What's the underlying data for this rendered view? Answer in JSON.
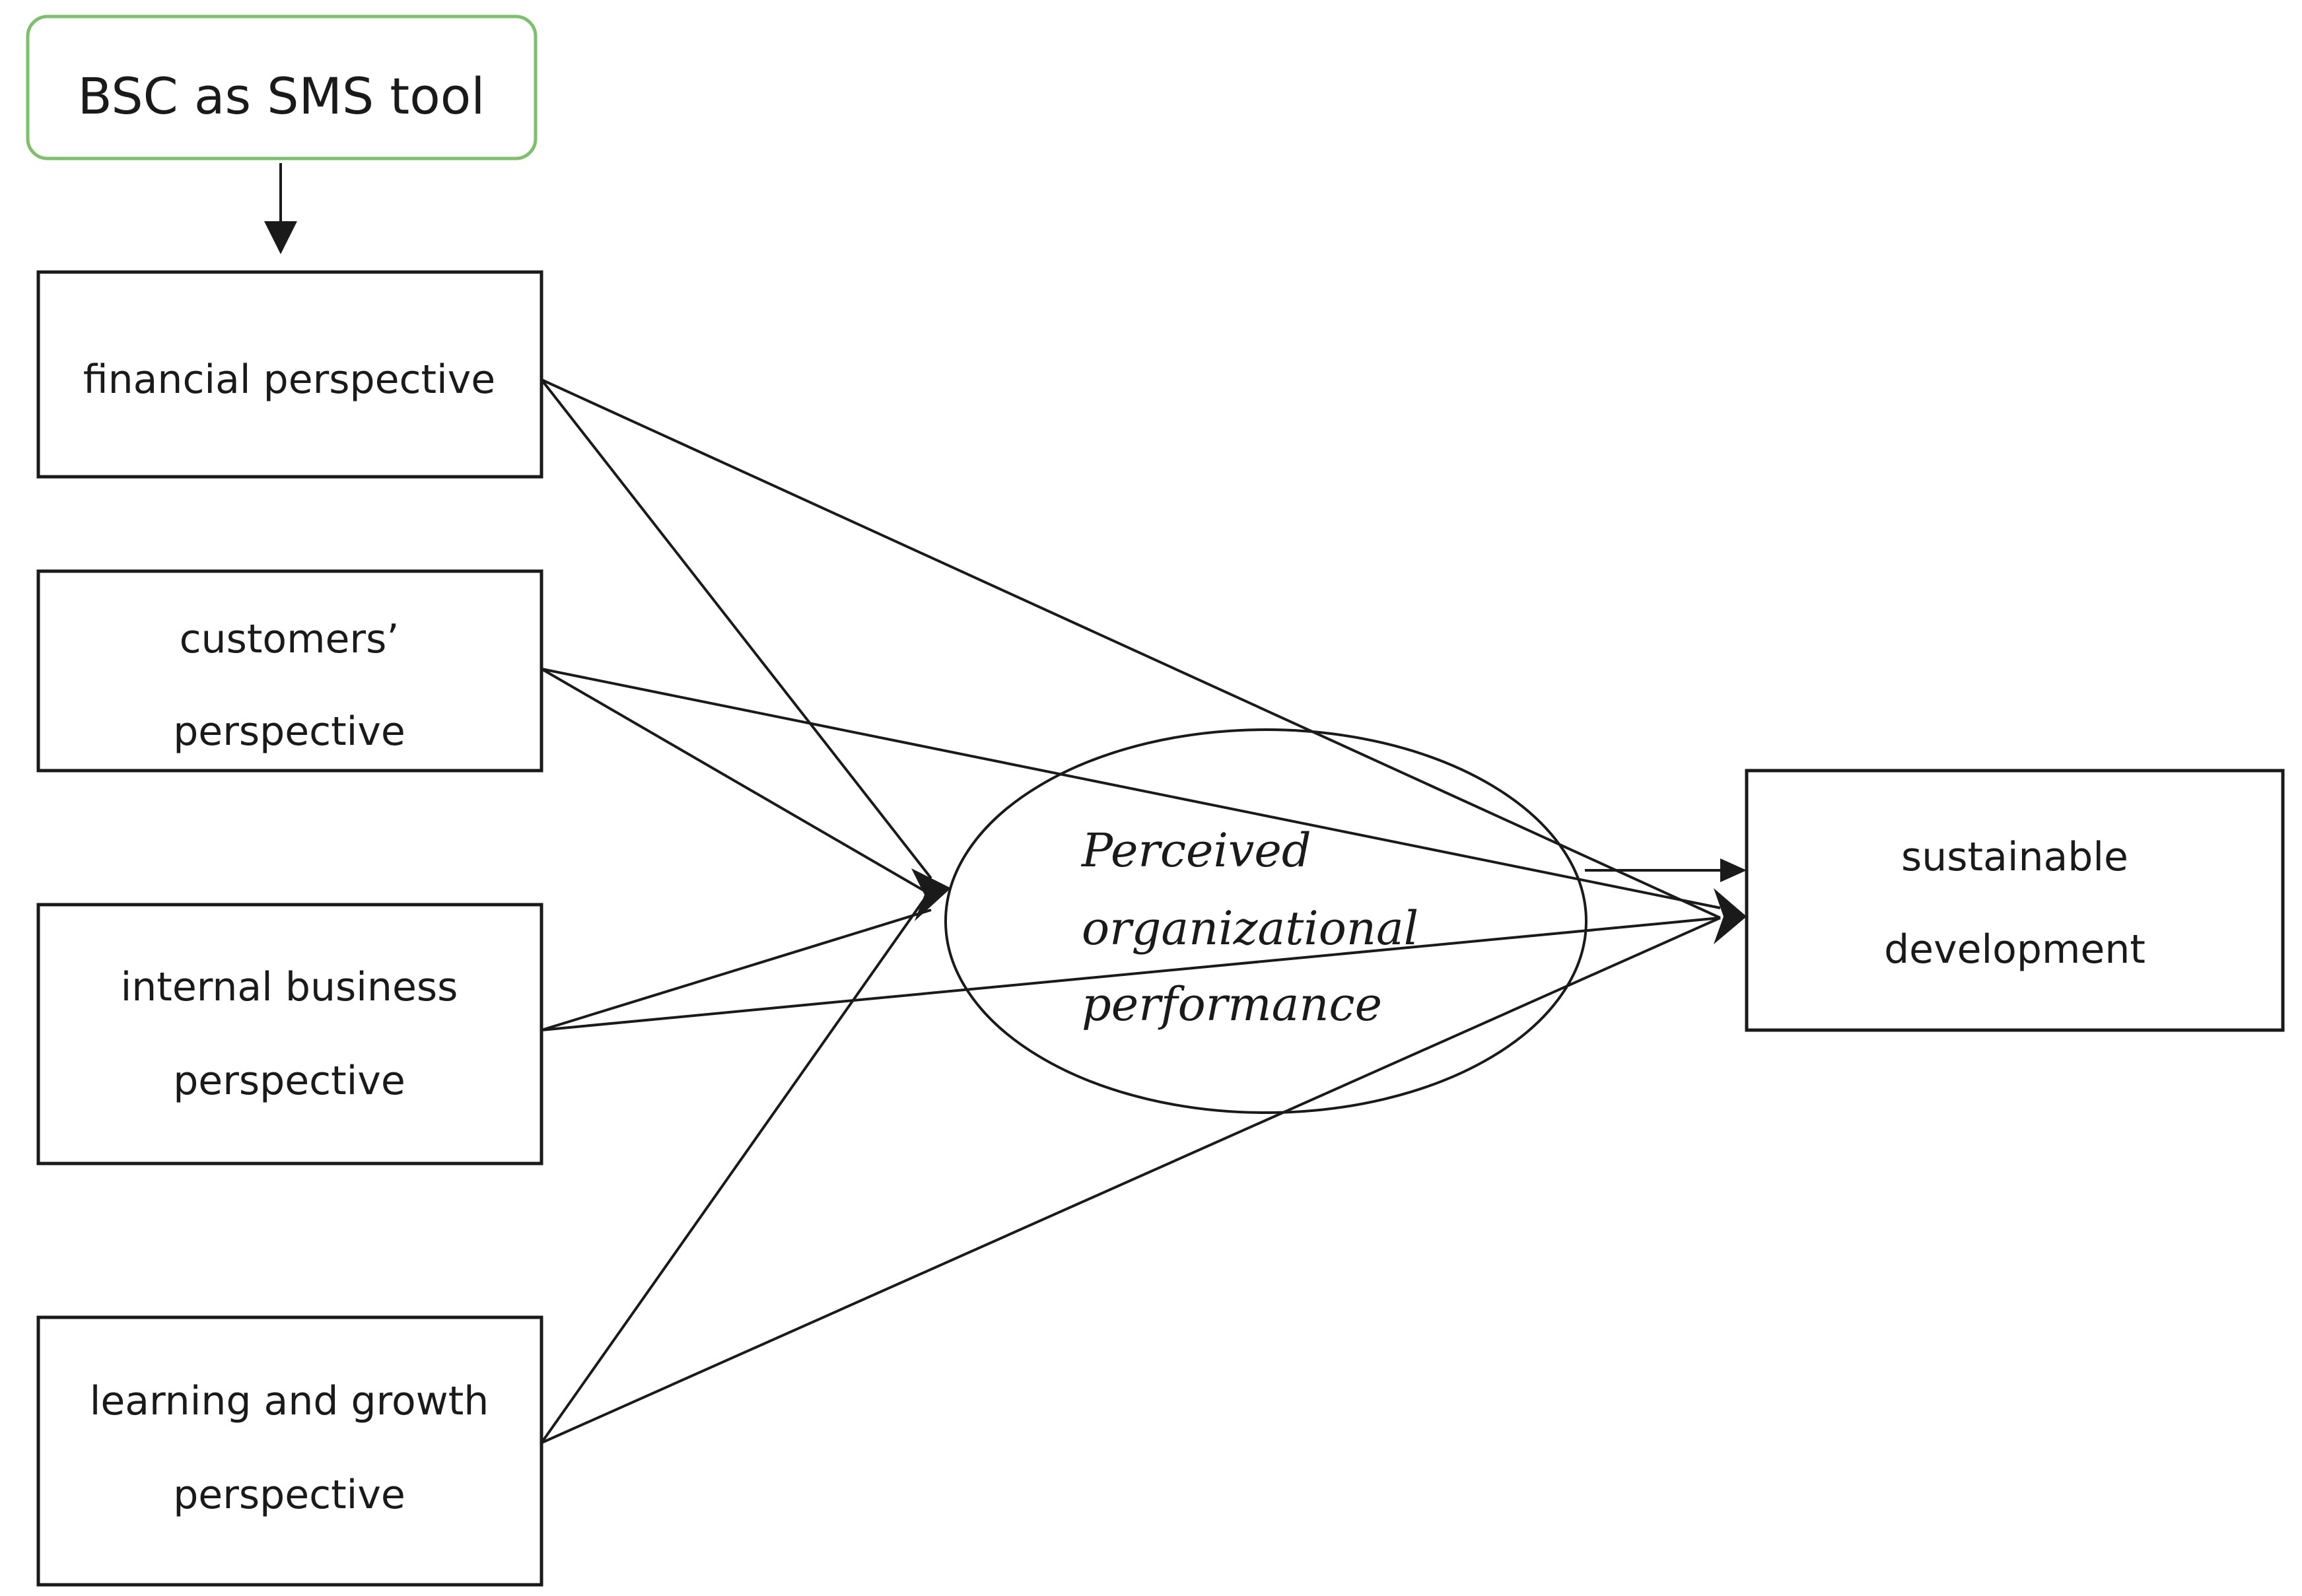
{
  "diagram": {
    "top": {
      "label": "BSC as SMS tool"
    },
    "nodes": {
      "financial": {
        "lines": [
          "financial perspective"
        ]
      },
      "customers": {
        "lines": [
          "customers’",
          "perspective"
        ]
      },
      "internal": {
        "lines": [
          "internal business",
          "perspective"
        ]
      },
      "learning": {
        "lines": [
          "learning and growth",
          "perspective"
        ]
      }
    },
    "mediator": {
      "lines": [
        "Perceived",
        "organizational",
        "performance"
      ]
    },
    "outcome": {
      "lines": [
        "sustainable",
        "development"
      ]
    }
  }
}
